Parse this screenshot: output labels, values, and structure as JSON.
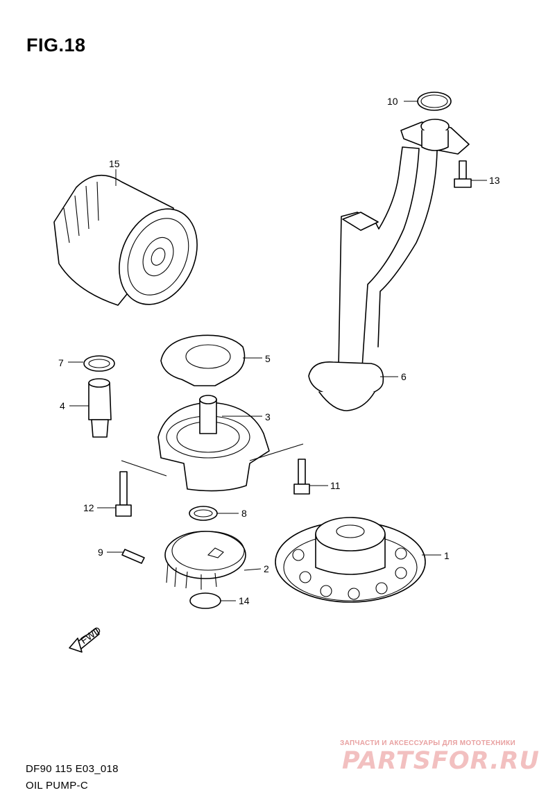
{
  "figure": {
    "title": "FIG.18"
  },
  "footer": {
    "code": "DF90 115 E03_018",
    "name": "OIL PUMP-C"
  },
  "fwd_marker": {
    "label": "FWD",
    "icon": "fwd-arrow-icon"
  },
  "callouts": [
    {
      "id": "c1",
      "label": "1"
    },
    {
      "id": "c2",
      "label": "2"
    },
    {
      "id": "c3",
      "label": "3"
    },
    {
      "id": "c4",
      "label": "4"
    },
    {
      "id": "c5",
      "label": "5"
    },
    {
      "id": "c6",
      "label": "6"
    },
    {
      "id": "c7",
      "label": "7"
    },
    {
      "id": "c8",
      "label": "8"
    },
    {
      "id": "c9",
      "label": "9"
    },
    {
      "id": "c10",
      "label": "10"
    },
    {
      "id": "c11",
      "label": "11"
    },
    {
      "id": "c12",
      "label": "12"
    },
    {
      "id": "c13",
      "label": "13"
    },
    {
      "id": "c14",
      "label": "14"
    },
    {
      "id": "c15",
      "label": "15"
    }
  ],
  "watermark": {
    "caption": "ЗАПЧАСТИ И АКСЕССУАРЫ ДЛЯ МОТОТЕХНИКИ",
    "brand": "PARTSFOR.RU",
    "color": "#f2c0c0"
  }
}
